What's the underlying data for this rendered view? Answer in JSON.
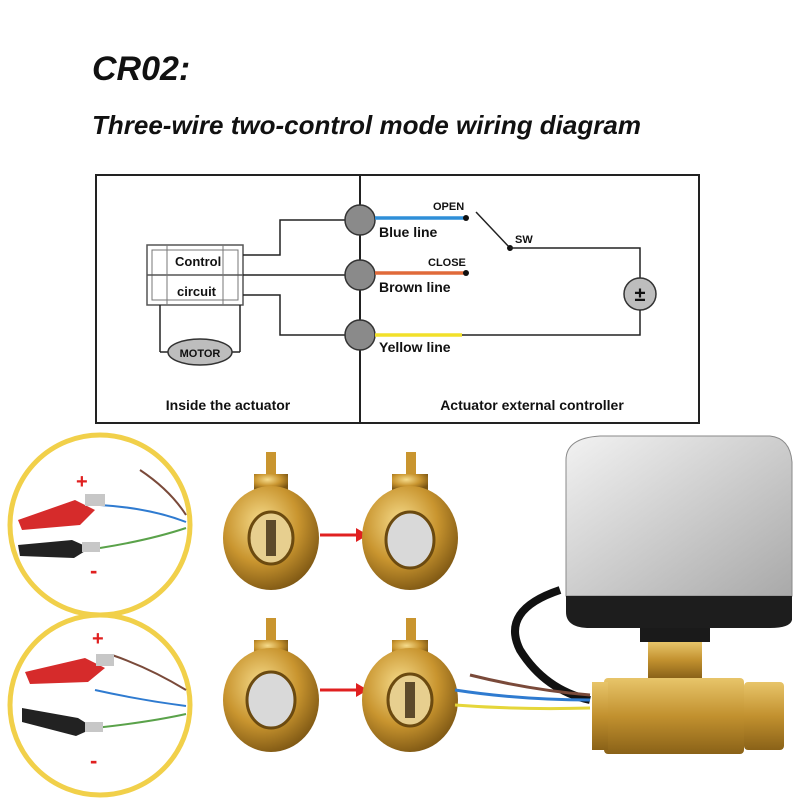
{
  "header": {
    "title": "CR02:",
    "subtitle": "Three-wire two-control mode wiring diagram"
  },
  "diagram": {
    "control_label": "Control",
    "circuit_label": "circuit",
    "motor_label": "MOTOR",
    "open_label": "OPEN",
    "close_label": "CLOSE",
    "sw_label": "SW",
    "blue_line_label": "Blue line",
    "brown_line_label": "Brown line",
    "yellow_line_label": "Yellow line",
    "battery_symbol": "±",
    "inside_label": "Inside the actuator",
    "external_label": "Actuator external controller",
    "colors": {
      "blue": "#2f8fd8",
      "brown": "#e06a3a",
      "yellow": "#f2e02a"
    }
  },
  "photos": {
    "clip_top": {
      "plus": "+",
      "minus": "-"
    },
    "clip_bottom": {
      "plus": "+",
      "minus": "-"
    }
  }
}
